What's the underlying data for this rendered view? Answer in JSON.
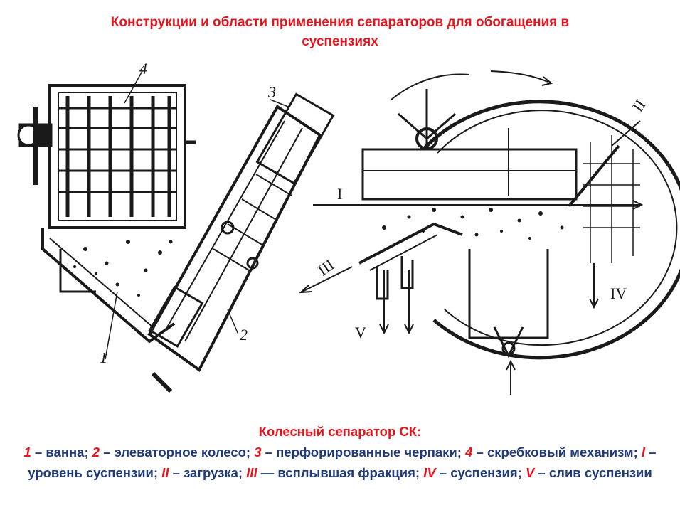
{
  "title": {
    "line1": "Конструкции и области применения сепараторов для обогащения в",
    "line2": "суспензиях"
  },
  "diagram_labels": {
    "left": [
      "4",
      "3",
      "2",
      "1"
    ],
    "right": [
      "I",
      "II",
      "III",
      "IV",
      "V"
    ]
  },
  "caption": {
    "heading": "Колесный сепаратор СК:",
    "items": [
      {
        "num": "1",
        "text": " – ванна; "
      },
      {
        "num": "2",
        "text": " – элеваторное колесо; "
      },
      {
        "num": "3",
        "text": " – перфорированные черпаки; "
      },
      {
        "num": "4",
        "text": " – скребковый механизм; "
      },
      {
        "num": "I",
        "text": " – уровень суспензии; "
      },
      {
        "num": "II",
        "text": " – загрузка; "
      },
      {
        "num": "III",
        "text": " — всплывшая фракция; "
      },
      {
        "num": "IV",
        "text": " – суспензия; "
      },
      {
        "num": "V",
        "text": " – слив суспензии"
      }
    ]
  },
  "colors": {
    "title": "#e8141c",
    "caption_text": "#1f3a7a",
    "line_art": "#1a1a1a"
  }
}
